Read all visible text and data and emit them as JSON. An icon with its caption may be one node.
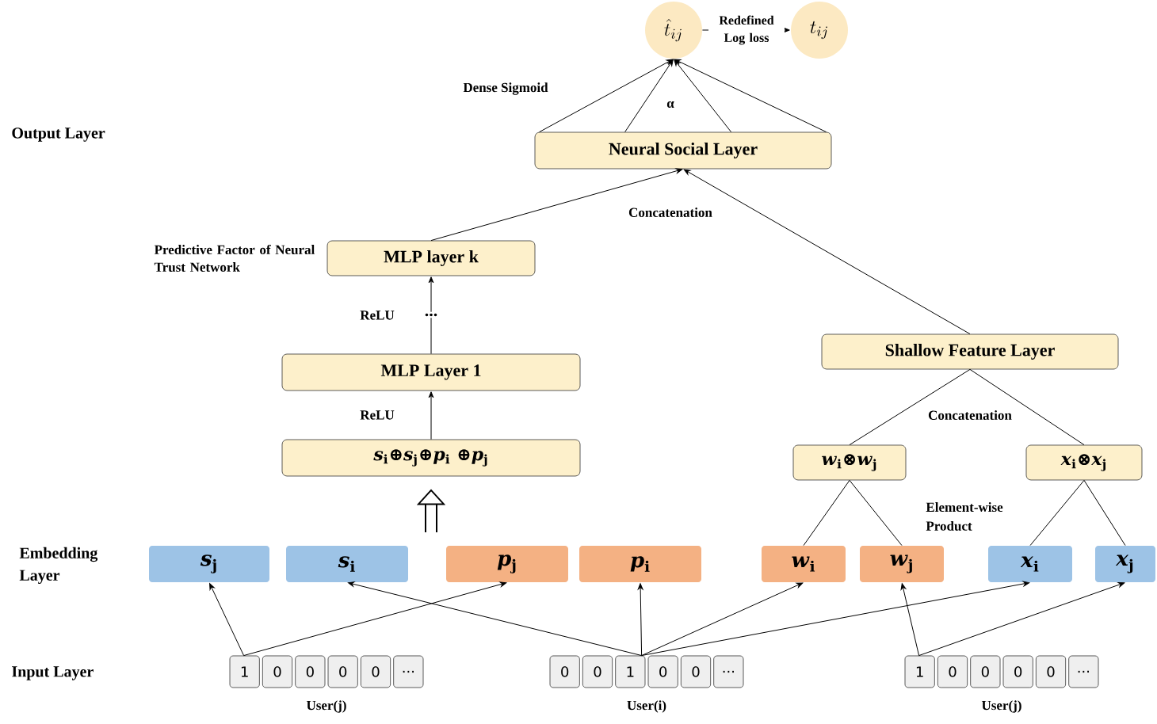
{
  "diagram": {
    "nodes": [
      {
        "text": [
          "\\hat{t}_{ij}"
        ]
      },
      {
        "text": [
          "t_{ij}"
        ]
      },
      {
        "text": [
          "Neural Social Layer"
        ]
      },
      {
        "text": [
          "MLP layer k"
        ],
        "beside": [
          "Predictive Factor of Neural Trust Network"
        ]
      },
      {
        "text": [
          "MLP Layer 1"
        ]
      },
      {
        "text": [
          "*s*$_{i}$⊕*s*$_{j}$⊕*p*$_{i}$ ⊕*p*$_{j}$"
        ]
      },
      {
        "text": [
          "Shallow Feature Layer"
        ]
      },
      {
        "text": [
          "*w*$_{i}$⊗*w*$_{j}$"
        ]
      },
      {
        "text": [
          "*x*$_{i}$⊗*x*$_{j}$"
        ]
      },
      {
        "text": [
          "*s*$_{j}$"
        ]
      },
      {
        "text": [
          "*s*$_{i}$"
        ]
      },
      {
        "text": [
          "*p*$_{j}$"
        ]
      },
      {
        "text": [
          "*p*$_{i}$"
        ]
      },
      {
        "text": [
          "*w*$_{i}$"
        ]
      },
      {
        "text": [
          "*w*$_{j}$"
        ]
      },
      {
        "text": [
          "*x*$_{i}$"
        ]
      },
      {
        "text": [
          "*x*$_{j}$"
        ]
      },
      {
        "text": [
          "1",
          "0",
          "0",
          "0",
          "0",
          "..."
        ],
        "beside": [
          "User(j)"
        ]
      },
      {
        "text": [
          "0",
          "0",
          "1",
          "0",
          "0",
          "..."
        ],
        "beside": [
          "User(i)"
        ]
      },
      {
        "text": [
          "1",
          "0",
          "0",
          "0",
          "0",
          "..."
        ],
        "beside": [
          "User(j)"
        ]
      }
    ],
    "edges": [
      {
        "from": 0,
        "to": 1,
        "arrow": "to",
        "label": "Redefined Log loss"
      },
      {
        "from": 2,
        "to": 0,
        "arrow": "to"
      },
      {
        "from": 2,
        "to": 0,
        "arrow": "to"
      },
      {
        "from": 2,
        "to": 0,
        "arrow": "to"
      },
      {
        "from": 2,
        "to": 0,
        "arrow": "to"
      },
      {
        "from": 3,
        "to": 2,
        "arrow": "to"
      },
      {
        "from": 6,
        "to": 2,
        "arrow": "to"
      },
      {
        "from": 4,
        "to": 3,
        "arrow": "to",
        "label": "..."
      },
      {
        "from": 5,
        "to": 4,
        "arrow": "to"
      },
      {
        "from": null,
        "to": 5,
        "arrow": "to",
        "style": "thick"
      },
      {
        "from": 7,
        "to": 6,
        "arrow": "none"
      },
      {
        "from": 8,
        "to": 6,
        "arrow": "none"
      },
      {
        "from": 13,
        "to": 7,
        "arrow": "none"
      },
      {
        "from": 14,
        "to": 7,
        "arrow": "none"
      },
      {
        "from": 15,
        "to": 8,
        "arrow": "none"
      },
      {
        "from": 16,
        "to": 8,
        "arrow": "none"
      },
      {
        "from": 17,
        "to": 9,
        "arrow": "to"
      },
      {
        "from": 17,
        "to": 11,
        "arrow": "to"
      },
      {
        "from": 18,
        "to": 10,
        "arrow": "to"
      },
      {
        "from": 18,
        "to": 12,
        "arrow": "to"
      },
      {
        "from": 18,
        "to": 13,
        "arrow": "to"
      },
      {
        "from": 18,
        "to": 15,
        "arrow": "to"
      },
      {
        "from": 19,
        "to": 14,
        "arrow": "to"
      },
      {
        "from": 19,
        "to": 16,
        "arrow": "to"
      }
    ],
    "labels": [
      "Dense Sigmoid",
      "α",
      "Output Layer",
      "Concatenation",
      "ReLU",
      "ReLU",
      "Concatenation",
      "Element-wise Product",
      "Embedding Layer",
      "Input Layer"
    ]
  }
}
